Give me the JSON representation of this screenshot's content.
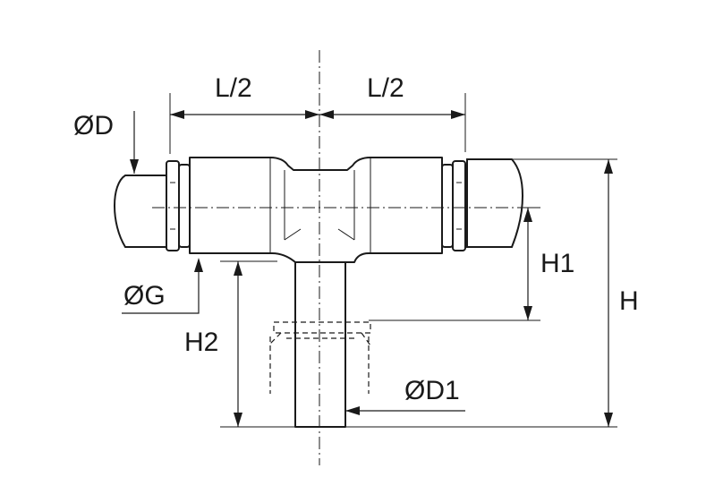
{
  "labels": {
    "l_half_left": "L/2",
    "l_half_right": "L/2",
    "od_tube": "ØD",
    "od_g": "ØG",
    "od_stem": "ØD1",
    "h1": "H1",
    "h2": "H2",
    "h_total": "H"
  },
  "colors": {
    "line": "#1a1a1a",
    "background": "#ffffff"
  }
}
